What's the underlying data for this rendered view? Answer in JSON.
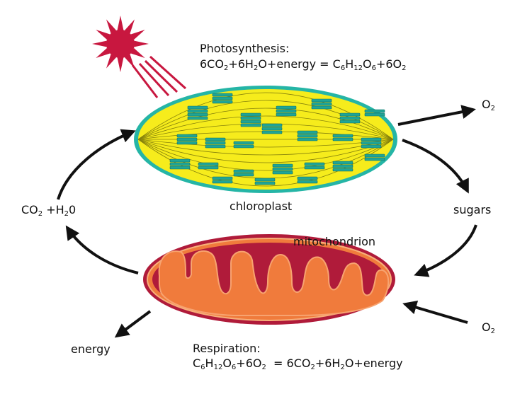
{
  "diagram": {
    "photosynthesis": {
      "title": "Photosynthesis:",
      "equation": [
        {
          "t": "6CO"
        },
        {
          "t": "2",
          "sub": true
        },
        {
          "t": "+6H"
        },
        {
          "t": "2",
          "sub": true
        },
        {
          "t": "O+energy = C"
        },
        {
          "t": "6",
          "sub": true
        },
        {
          "t": "H"
        },
        {
          "t": "12",
          "sub": true
        },
        {
          "t": "O"
        },
        {
          "t": "6",
          "sub": true
        },
        {
          "t": "+6O"
        },
        {
          "t": "2",
          "sub": true
        }
      ]
    },
    "respiration": {
      "title": "Respiration:",
      "equation": [
        {
          "t": "C"
        },
        {
          "t": "6",
          "sub": true
        },
        {
          "t": "H"
        },
        {
          "t": "12",
          "sub": true
        },
        {
          "t": "O"
        },
        {
          "t": "6",
          "sub": true
        },
        {
          "t": "+6O"
        },
        {
          "t": "2",
          "sub": true
        },
        {
          "t": "  = 6CO"
        },
        {
          "t": "2",
          "sub": true
        },
        {
          "t": "+6H"
        },
        {
          "t": "2",
          "sub": true
        },
        {
          "t": "O+energy"
        }
      ]
    },
    "chloroplast_label": "chloroplast",
    "mitochondrion_label": "mitochondrion",
    "sugars_label": "sugars",
    "energy_label": "energy",
    "o2_out": [
      {
        "t": "O"
      },
      {
        "t": "2",
        "sub": true
      }
    ],
    "o2_in": [
      {
        "t": "O"
      },
      {
        "t": "2",
        "sub": true
      }
    ],
    "co2_h2o": [
      {
        "t": "CO"
      },
      {
        "t": "2",
        "sub": true
      },
      {
        "t": " +H"
      },
      {
        "t": "2",
        "sub": true
      },
      {
        "t": "0"
      }
    ],
    "colors": {
      "sun": "#c8173f",
      "chloroplast_fill": "#f6ec1c",
      "chloroplast_edge": "#25b5a6",
      "thylakoid": "#1fa597",
      "mito_outer": "#b01b3a",
      "mito_inner": "#f07b3c",
      "arrow": "#111111"
    }
  }
}
